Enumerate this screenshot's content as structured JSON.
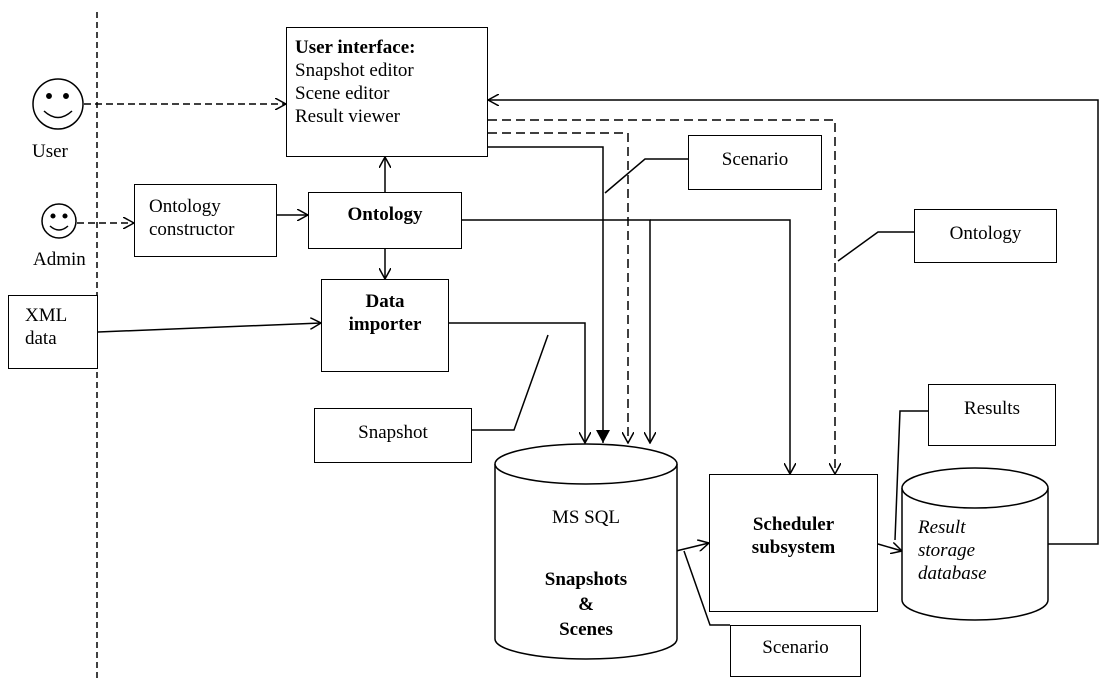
{
  "actors": {
    "user": "User",
    "admin": "Admin"
  },
  "user_interface": {
    "title": "User interface:",
    "items": [
      "Snapshot editor",
      "Scene editor",
      "Result viewer"
    ]
  },
  "ontology_constructor": [
    "Ontology",
    "constructor"
  ],
  "ontology": "Ontology",
  "data_importer": [
    "Data",
    "importer"
  ],
  "xml_data": [
    "XML",
    "data"
  ],
  "snapshot_label": "Snapshot",
  "scenario_top": "Scenario",
  "scenario_bottom": "Scenario",
  "ontology_label": "Ontology",
  "results_label": "Results",
  "ms_sql": {
    "name": "MS SQL",
    "content": [
      "Snapshots",
      "&",
      "Scenes"
    ]
  },
  "scheduler": [
    "Scheduler",
    "subsystem"
  ],
  "result_db": [
    "Result",
    "storage",
    "database"
  ]
}
